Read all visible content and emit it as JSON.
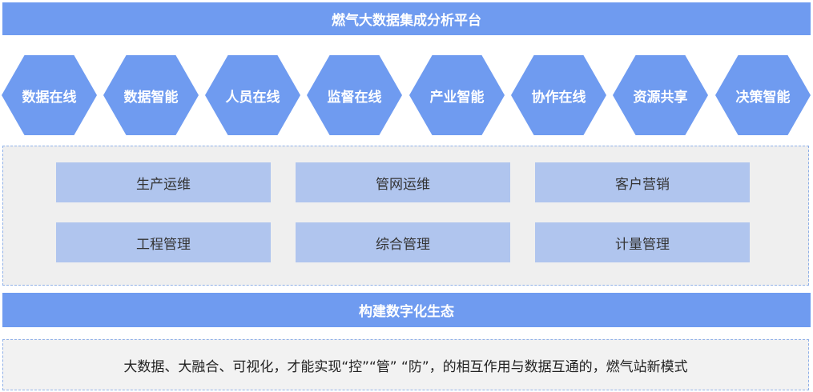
{
  "header": {
    "title": "燃气大数据集成分析平台"
  },
  "capabilities": [
    "数据在线",
    "数据智能",
    "人员在线",
    "监督在线",
    "产业智能",
    "协作在线",
    "资源共享",
    "决策智能"
  ],
  "modules": [
    "生产运维",
    "管网运维",
    "客户营销",
    "工程管理",
    "综合管理",
    "计量管理"
  ],
  "section": {
    "title": "构建数字化生态"
  },
  "summary": {
    "text": "大数据、大融合、可视化，才能实现“控”“管” “防”，的相互作用与数据互通的，燃气站新模式"
  }
}
